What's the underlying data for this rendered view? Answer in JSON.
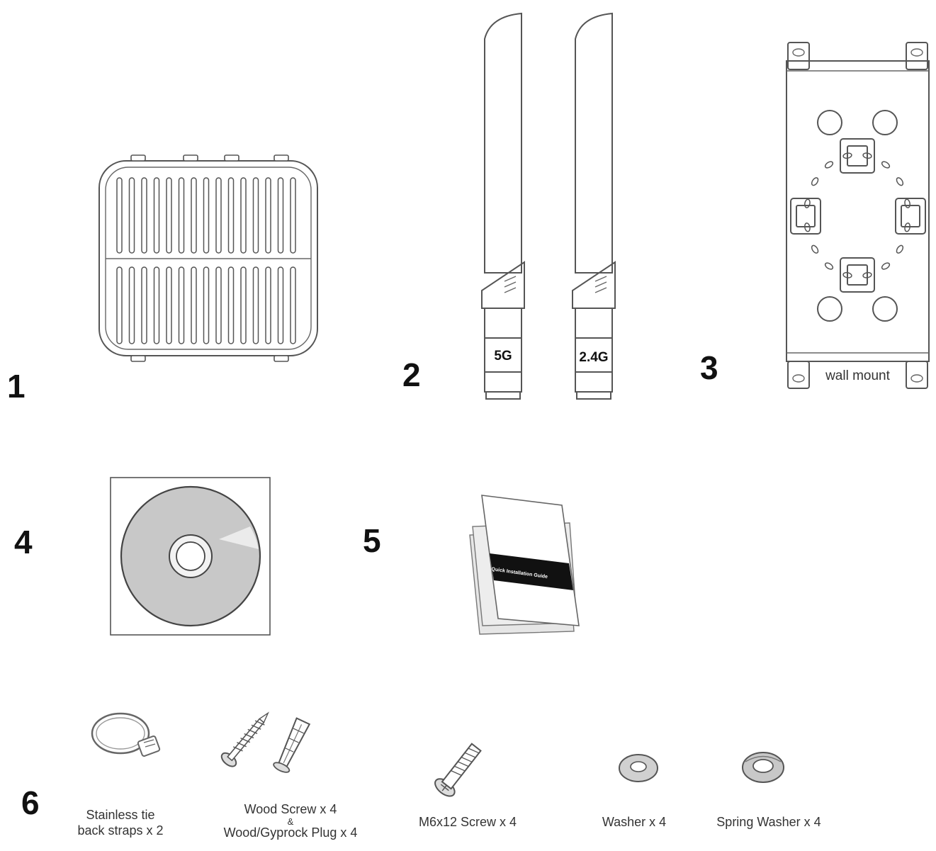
{
  "items": [
    {
      "number": "1",
      "icon": "outdoor-access-point-icon"
    },
    {
      "number": "2",
      "icon": "antenna-pair-icon",
      "antenna_labels": [
        "5G",
        "2.4G"
      ]
    },
    {
      "number": "3",
      "icon": "wall-mount-bracket-icon",
      "bracket_label": "wall mount"
    },
    {
      "number": "4",
      "icon": "cd-disc-icon"
    },
    {
      "number": "5",
      "icon": "quick-installation-guide-icon",
      "booklet_label": "Quick Installation Guide"
    },
    {
      "number": "6",
      "icon": "hardware-kit-icon"
    }
  ],
  "accessories": [
    {
      "icon": "tie-strap-icon",
      "caption_line1": "Stainless tie",
      "caption_line2": "back straps x 2"
    },
    {
      "icon": "wood-screw-plug-icon",
      "caption_line1": "Wood Screw x 4",
      "caption_line2": "&",
      "caption_line3": "Wood/Gyprock Plug x 4"
    },
    {
      "icon": "m6-screw-icon",
      "caption": "M6x12 Screw x 4"
    },
    {
      "icon": "washer-icon",
      "caption": "Washer x 4"
    },
    {
      "icon": "spring-washer-icon",
      "caption": "Spring Washer x 4"
    }
  ]
}
